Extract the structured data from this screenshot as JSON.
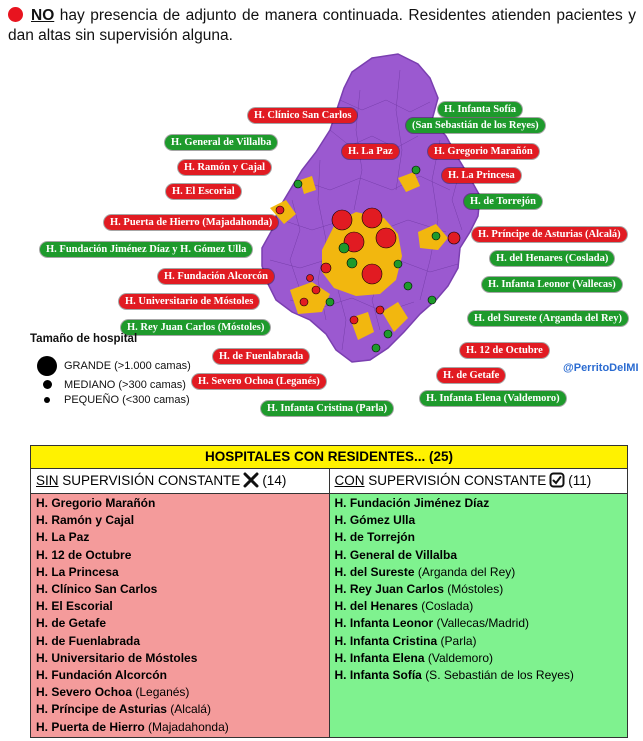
{
  "header": {
    "no_word": "NO",
    "text": "hay presencia de adjunto de manera continuada. Residentes atienden pacientes y dan altas sin supervisión alguna."
  },
  "map": {
    "labels": [
      {
        "text": "H. Clínico San Carlos",
        "status": "red"
      },
      {
        "text": "H. Infanta Sofía",
        "status": "green"
      },
      {
        "text": "(San Sebastián de los Reyes)",
        "status": "green"
      },
      {
        "text": "H. General de Villalba",
        "status": "green"
      },
      {
        "text": "H. La Paz",
        "status": "red"
      },
      {
        "text": "H. Gregorio Marañón",
        "status": "red"
      },
      {
        "text": "H. Ramón y Cajal",
        "status": "red"
      },
      {
        "text": "H. La Princesa",
        "status": "red"
      },
      {
        "text": "H. El Escorial",
        "status": "red"
      },
      {
        "text": "H. de Torrejón",
        "status": "green"
      },
      {
        "text": "H. Puerta de Hierro (Majadahonda)",
        "status": "red"
      },
      {
        "text": "H. Príncipe de Asturias (Alcalá)",
        "status": "red"
      },
      {
        "text": "H. Fundación Jiménez Díaz y H. Gómez Ulla",
        "status": "green"
      },
      {
        "text": "H. del Henares (Coslada)",
        "status": "green"
      },
      {
        "text": "H. Fundación Alcorcón",
        "status": "red"
      },
      {
        "text": "H. Infanta Leonor (Vallecas)",
        "status": "green"
      },
      {
        "text": "H. Universitario de Móstoles",
        "status": "red"
      },
      {
        "text": "H. del Sureste (Arganda del Rey)",
        "status": "green"
      },
      {
        "text": "H. Rey Juan Carlos (Móstoles)",
        "status": "green"
      },
      {
        "text": "H. 12 de Octubre",
        "status": "red"
      },
      {
        "text": "H. de Fuenlabrada",
        "status": "red"
      },
      {
        "text": "H. de Getafe",
        "status": "red"
      },
      {
        "text": "H. Severo Ochoa (Leganés)",
        "status": "red"
      },
      {
        "text": "H. Infanta Elena (Valdemoro)",
        "status": "green"
      },
      {
        "text": "H. Infanta Cristina (Parla)",
        "status": "green"
      }
    ],
    "legend": {
      "title": "Tamaño de hospital",
      "large": "GRANDE (>1.000 camas)",
      "medium": "MEDIANO (>300 camas)",
      "small": "PEQUEÑO (<300 camas)"
    },
    "credit": "@PerritoDelMI",
    "colors": {
      "region": "#9b59d0",
      "urban": "#f2b70f",
      "red": "#e11b22",
      "green": "#1e9a2c"
    }
  },
  "table": {
    "title": "HOSPITALES CON RESIDENTES... (25)",
    "left": {
      "prefix": "SIN",
      "rest": "SUPERVISIÓN CONSTANTE",
      "icon": "cross-icon",
      "count": "(14)",
      "items": [
        {
          "name": "H. Gregorio Marañón",
          "place": ""
        },
        {
          "name": "H. Ramón y Cajal",
          "place": ""
        },
        {
          "name": "H. La Paz",
          "place": ""
        },
        {
          "name": "H. 12 de Octubre",
          "place": ""
        },
        {
          "name": "H. La Princesa",
          "place": ""
        },
        {
          "name": "H. Clínico San Carlos",
          "place": ""
        },
        {
          "name": "H. El Escorial",
          "place": ""
        },
        {
          "name": "H. de Getafe",
          "place": ""
        },
        {
          "name": "H. de Fuenlabrada",
          "place": ""
        },
        {
          "name": "H. Universitario de Móstoles",
          "place": ""
        },
        {
          "name": "H. Fundación Alcorcón",
          "place": ""
        },
        {
          "name": "H. Severo Ochoa",
          "place": "(Leganés)"
        },
        {
          "name": "H. Príncipe de Asturias",
          "place": "(Alcalá)"
        },
        {
          "name": "H. Puerta de Hierro",
          "place": "(Majadahonda)"
        }
      ]
    },
    "right": {
      "prefix": "CON",
      "rest": "SUPERVISIÓN CONSTANTE",
      "icon": "check-box-icon",
      "count": "(11)",
      "items": [
        {
          "name": "H. Fundación Jiménez Díaz",
          "place": ""
        },
        {
          "name": "H. Gómez Ulla",
          "place": ""
        },
        {
          "name": "H. de Torrejón",
          "place": ""
        },
        {
          "name": "H. General de Villalba",
          "place": ""
        },
        {
          "name": "H. del Sureste",
          "place": "(Arganda del Rey)"
        },
        {
          "name": "H. Rey Juan Carlos",
          "place": "(Móstoles)"
        },
        {
          "name": "H. del Henares",
          "place": "(Coslada)"
        },
        {
          "name": "H. Infanta Leonor",
          "place": "(Vallecas/Madrid)"
        },
        {
          "name": "H. Infanta Cristina",
          "place": "(Parla)"
        },
        {
          "name": "H. Infanta Elena",
          "place": "(Valdemoro)"
        },
        {
          "name": "H. Infanta Sofía",
          "place": "(S. Sebastián de los Reyes)"
        }
      ]
    }
  }
}
